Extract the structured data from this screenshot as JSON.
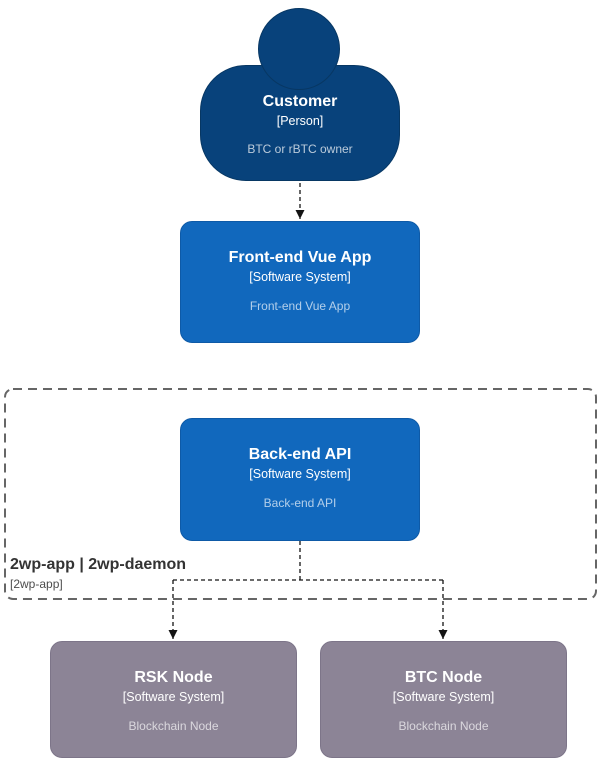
{
  "diagram_type": "c4-system-context",
  "colors": {
    "background": "#ffffff",
    "person_fill": "#08427b",
    "person_border": "#073763",
    "system_fill": "#1168bd",
    "system_border": "#0e5aa7",
    "external_fill": "#8c8496",
    "external_border": "#7d7589",
    "boundary_border": "#666666",
    "boundary_title": "#333333",
    "boundary_meta": "#4d4d4d",
    "edge": "#141414"
  },
  "nodes": {
    "customer": {
      "name": "Customer",
      "meta": "[Person]",
      "description": "BTC or rBTC owner"
    },
    "frontend": {
      "name": "Front-end Vue App",
      "meta": "[Software System]",
      "description": "Front-end Vue App"
    },
    "backend": {
      "name": "Back-end API",
      "meta": "[Software System]",
      "description": "Back-end API"
    },
    "rsk_node": {
      "name": "RSK Node",
      "meta": "[Software System]",
      "description": "Blockchain Node"
    },
    "btc_node": {
      "name": "BTC Node",
      "meta": "[Software System]",
      "description": "Blockchain Node"
    }
  },
  "boundary": {
    "name": "2wp-app | 2wp-daemon",
    "meta": "[2wp-app]"
  },
  "edges": [
    {
      "from": "customer",
      "to": "frontend",
      "style": "dashed-arrow"
    },
    {
      "from": "backend",
      "to": "rsk_node",
      "style": "dashed-arrow"
    },
    {
      "from": "backend",
      "to": "btc_node",
      "style": "dashed-arrow"
    }
  ]
}
